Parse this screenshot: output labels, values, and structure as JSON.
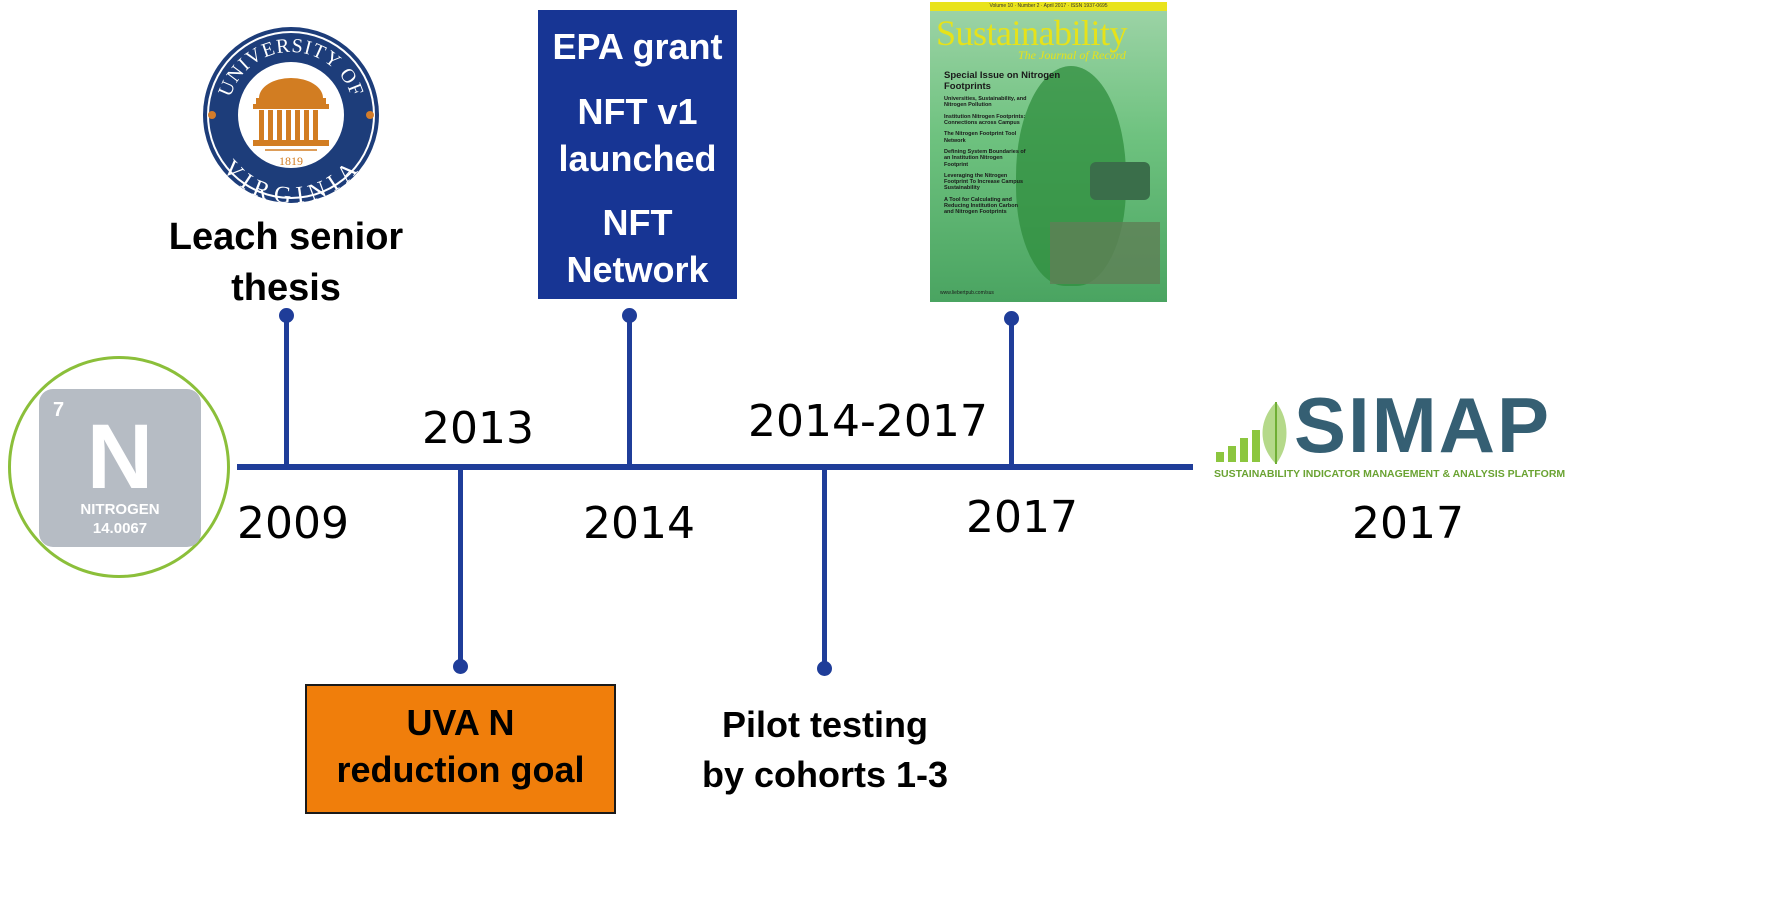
{
  "element": {
    "number": "7",
    "symbol": "N",
    "name": "NITROGEN",
    "mass": "14.0067"
  },
  "events": [
    {
      "year": "2009",
      "lines": [
        "Leach senior",
        "thesis"
      ]
    },
    {
      "year": "2013",
      "lines": [
        "UVA N",
        "reduction goal"
      ]
    },
    {
      "year": "2014",
      "lines": [
        "EPA grant",
        "NFT v1",
        "launched",
        "NFT",
        "Network"
      ]
    },
    {
      "year": "2014-2017",
      "lines": [
        "Pilot testing",
        "by cohorts 1-3"
      ]
    },
    {
      "year": "2017"
    },
    {
      "year": "2017"
    }
  ],
  "uva_seal": {
    "top_text": "UNIVERSITY OF",
    "bottom_text": "VIRGINIA",
    "founded": "1819"
  },
  "journal_cover": {
    "title": "Sustainability",
    "subtitle": "The Journal of Record",
    "issue_bar": "Volume 10 · Number 2 · April 2017 · ISSN 1937-0695",
    "heading": "Special Issue on Nitrogen Footprints",
    "articles": [
      "Universities, Sustainability, and Nitrogen Pollution",
      "Institution Nitrogen Footprints: Connections across Campus",
      "The Nitrogen Footprint Tool Network",
      "Defining System Boundaries of an Institution Nitrogen Footprint",
      "Leveraging the Nitrogen Footprint To Increase Campus Sustainability",
      "A Tool for Calculating and Reducing Institution Carbon and Nitrogen Footprints"
    ],
    "footer": "www.liebertpub.com/sus"
  },
  "simap": {
    "name": "SIMAP",
    "tagline": "SUSTAINABILITY INDICATOR MANAGEMENT & ANALYSIS PLATFORM"
  },
  "colors": {
    "timeline": "#1f3d99",
    "epa_box": "#173594",
    "uva_box": "#f07e0b",
    "nitrogen_tile": "#b6bcc4",
    "nitrogen_ring": "#8bbf3a",
    "simap_text": "#355f73",
    "simap_green": "#8cc63f"
  }
}
